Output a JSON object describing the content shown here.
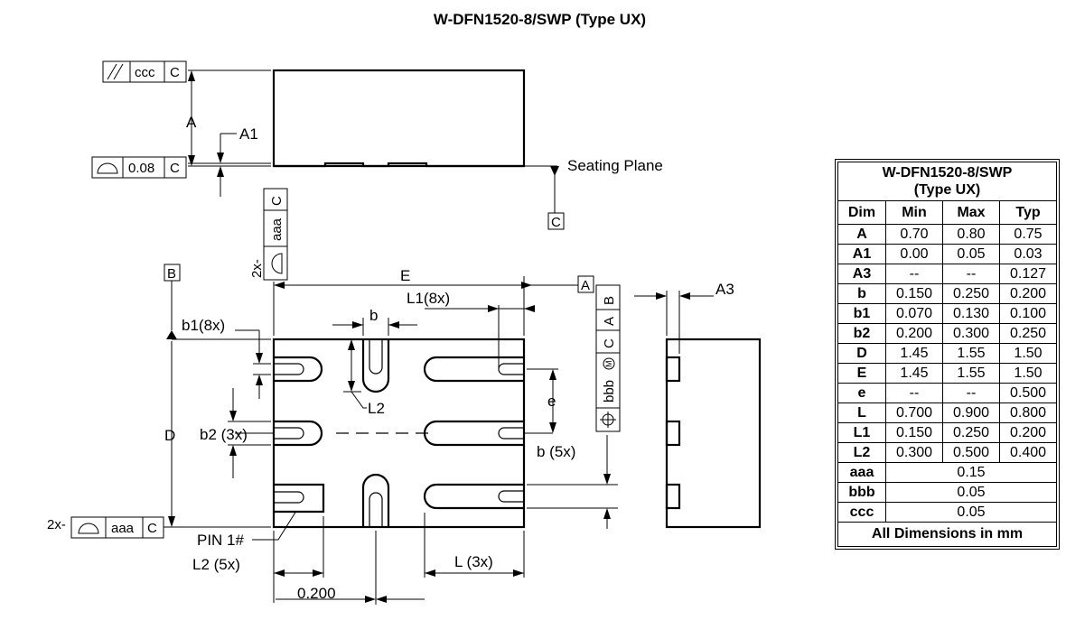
{
  "title": "W-DFN1520-8/SWP (Type UX)",
  "side_view": {
    "fcf_parallel": {
      "symbol": "//",
      "value": "ccc",
      "datum": "C"
    },
    "fcf_flat": {
      "value": "0.08",
      "datum": "C"
    },
    "label_A": "A",
    "label_A1": "A1",
    "seating_plane": "Seating Plane",
    "datum_C": "C"
  },
  "top_view": {
    "fcf_vertical": {
      "prefix": "2x-",
      "value": "aaa",
      "datum": "C"
    },
    "datum_B": "B",
    "datum_A": "A",
    "label_E": "E",
    "label_L1": "L1(8x)",
    "label_b": "b",
    "label_b1": "b1(8x)",
    "label_L2_top": "L2",
    "label_e": "e",
    "label_D": "D",
    "label_b2": "b2 (3x)",
    "label_b5": "b (5x)",
    "fcf_position": {
      "value": "bbb",
      "modifier": "M",
      "datum1": "C",
      "datum2": "A",
      "datum3": "B"
    },
    "fcf_bottom": {
      "prefix": "2x-",
      "value": "aaa",
      "datum": "C"
    },
    "pin1": "PIN 1#",
    "label_L2_5x": "L2 (5x)",
    "label_L3x": "L (3x)",
    "label_0200": "0.200"
  },
  "end_view": {
    "label_A3": "A3"
  },
  "table": {
    "title_line1": "W-DFN1520-8/SWP",
    "title_line2": "(Type UX)",
    "headers": [
      "Dim",
      "Min",
      "Max",
      "Typ"
    ],
    "rows": [
      [
        "A",
        "0.70",
        "0.80",
        "0.75"
      ],
      [
        "A1",
        "0.00",
        "0.05",
        "0.03"
      ],
      [
        "A3",
        "--",
        "--",
        "0.127"
      ],
      [
        "b",
        "0.150",
        "0.250",
        "0.200"
      ],
      [
        "b1",
        "0.070",
        "0.130",
        "0.100"
      ],
      [
        "b2",
        "0.200",
        "0.300",
        "0.250"
      ],
      [
        "D",
        "1.45",
        "1.55",
        "1.50"
      ],
      [
        "E",
        "1.45",
        "1.55",
        "1.50"
      ],
      [
        "e",
        "--",
        "--",
        "0.500"
      ],
      [
        "L",
        "0.700",
        "0.900",
        "0.800"
      ],
      [
        "L1",
        "0.150",
        "0.250",
        "0.200"
      ],
      [
        "L2",
        "0.300",
        "0.500",
        "0.400"
      ]
    ],
    "merged_rows": [
      [
        "aaa",
        "0.15"
      ],
      [
        "bbb",
        "0.05"
      ],
      [
        "ccc",
        "0.05"
      ]
    ],
    "footer": "All Dimensions in mm"
  }
}
